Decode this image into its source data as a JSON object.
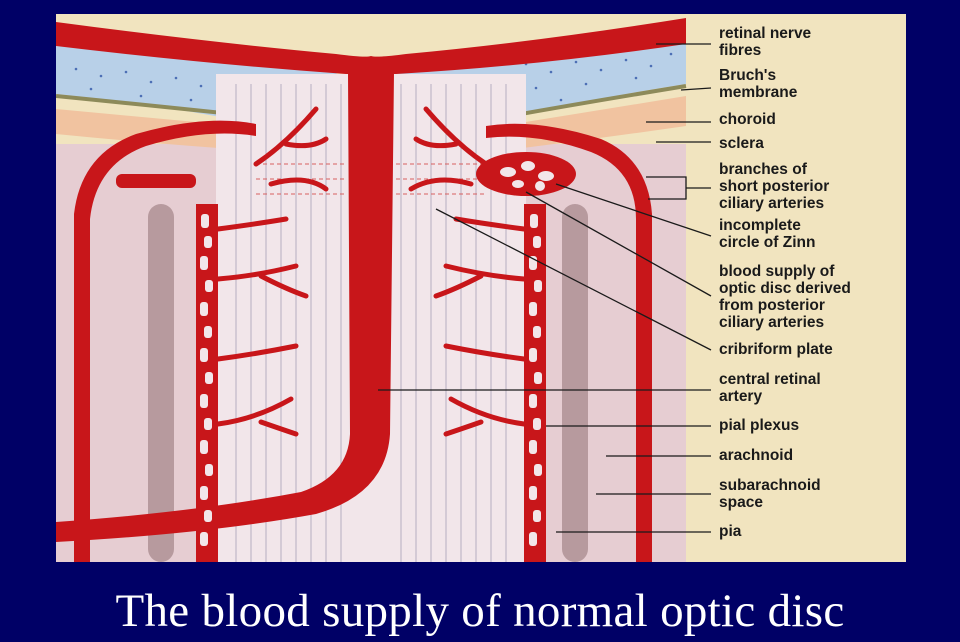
{
  "slide": {
    "title": "The blood supply of normal optic disc",
    "background_color": "#000066",
    "title_color": "#ffffff"
  },
  "diagram": {
    "colors": {
      "artery": "#c8161a",
      "artery_dark": "#8e0d10",
      "nerve_fibres_layer": "#b8d0e8",
      "choroid": "#f1c3a0",
      "sclera": "#ead2c8",
      "pia_region": "#d3b8bf",
      "optic_nerve": "#f2e6ea",
      "background_panel": "#f1e4bf"
    },
    "labels": [
      {
        "id": "retinal-nerve-fibres",
        "lines": [
          "retinal nerve",
          "fibres"
        ]
      },
      {
        "id": "bruchs-membrane",
        "lines": [
          "Bruch's",
          "membrane"
        ]
      },
      {
        "id": "choroid",
        "lines": [
          "choroid"
        ]
      },
      {
        "id": "sclera",
        "lines": [
          "sclera"
        ]
      },
      {
        "id": "branches-short-posterior-ciliary",
        "lines": [
          "branches of",
          "short posterior",
          "ciliary arteries"
        ]
      },
      {
        "id": "circle-of-zinn",
        "lines": [
          "incomplete",
          "circle of Zinn"
        ]
      },
      {
        "id": "optic-disc-blood-supply",
        "lines": [
          "blood supply of",
          "optic disc derived",
          "from posterior",
          "ciliary arteries"
        ]
      },
      {
        "id": "cribriform-plate",
        "lines": [
          "cribriform plate"
        ]
      },
      {
        "id": "central-retinal-artery",
        "lines": [
          "central retinal",
          "artery"
        ]
      },
      {
        "id": "pial-plexus",
        "lines": [
          "pial plexus"
        ]
      },
      {
        "id": "arachnoid",
        "lines": [
          "arachnoid"
        ]
      },
      {
        "id": "subarachnoid-space",
        "lines": [
          "subarachnoid",
          "space"
        ]
      },
      {
        "id": "pia",
        "lines": [
          "pia"
        ]
      }
    ]
  }
}
